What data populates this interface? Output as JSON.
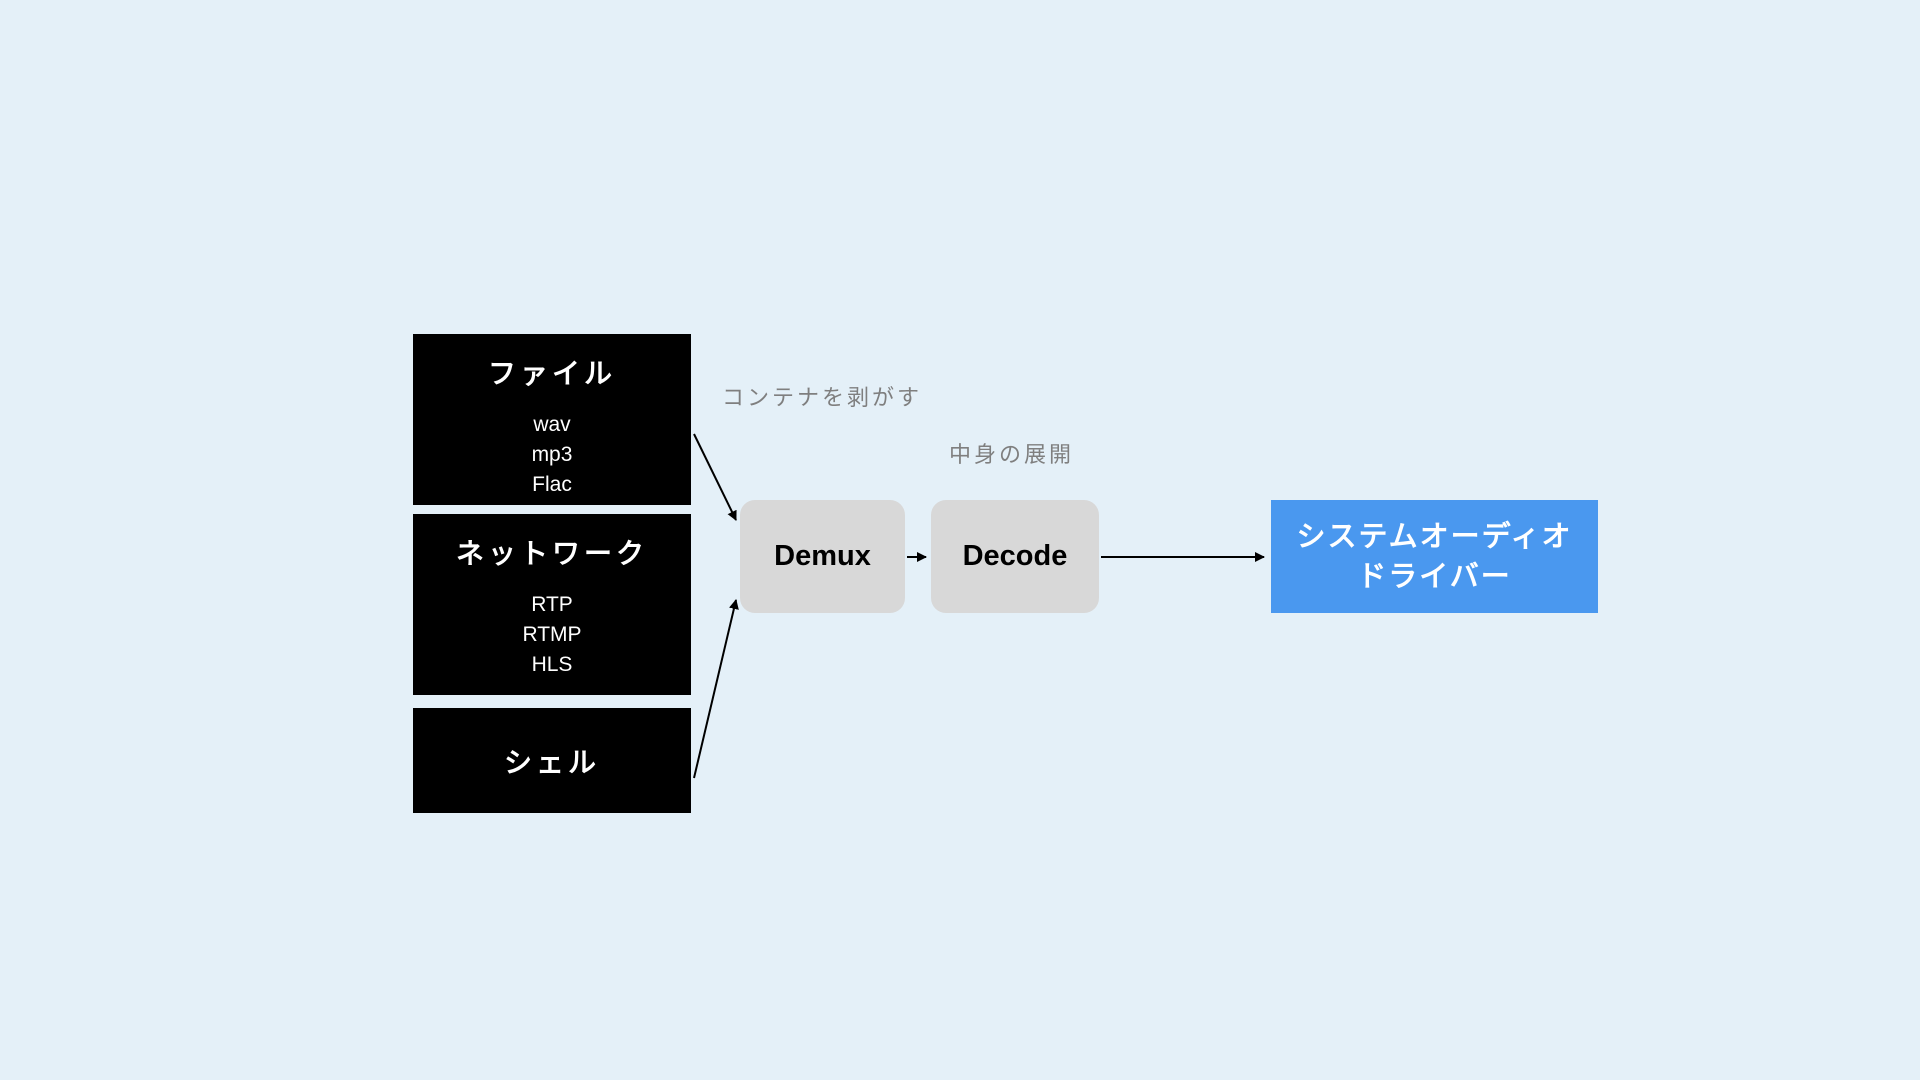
{
  "diagram": {
    "sources": [
      {
        "title": "ファイル",
        "items": [
          "wav",
          "mp3",
          "Flac"
        ]
      },
      {
        "title": "ネットワーク",
        "items": [
          "RTP",
          "RTMP",
          "HLS"
        ]
      },
      {
        "title": "シェル",
        "items": []
      }
    ],
    "process": [
      {
        "label": "Demux"
      },
      {
        "label": "Decode"
      }
    ],
    "output": {
      "line1": "システムオーディオ",
      "line2": "ドライバー"
    },
    "annotations": {
      "strip_container": "コンテナを剥がす",
      "expand_contents": "中身の展開"
    },
    "colors": {
      "background": "#e4f0f8",
      "source_box": "#000000",
      "source_text": "#ffffff",
      "process_box": "#d8d8d8",
      "output_box": "#4a98ef",
      "annotation_text": "#7f7f7f",
      "arrow": "#000000"
    }
  }
}
